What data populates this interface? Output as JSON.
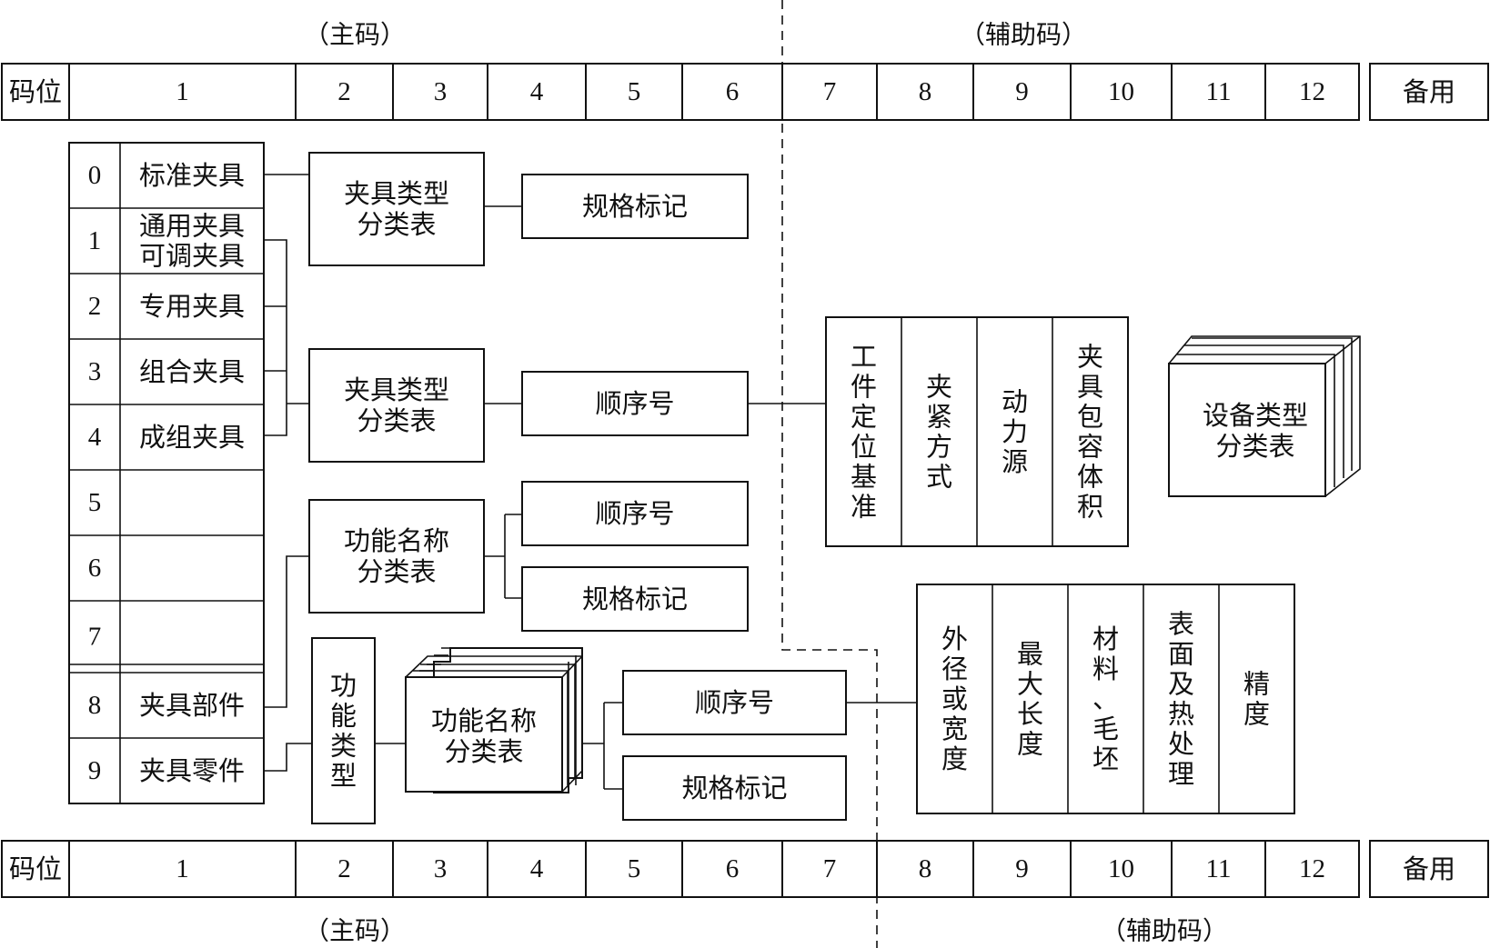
{
  "header": {
    "main_code": "（主码）",
    "aux_code": "（辅助码）"
  },
  "code_row": {
    "label": "码位",
    "positions": [
      "1",
      "2",
      "3",
      "4",
      "5",
      "6",
      "7",
      "8",
      "9",
      "10",
      "11",
      "12"
    ],
    "spare": "备用"
  },
  "class_list": [
    {
      "digit": "0",
      "name": "标准夹具"
    },
    {
      "digit": "1",
      "name": "通用夹具\n可调夹具"
    },
    {
      "digit": "2",
      "name": "专用夹具"
    },
    {
      "digit": "3",
      "name": "组合夹具"
    },
    {
      "digit": "4",
      "name": "成组夹具"
    },
    {
      "digit": "5",
      "name": ""
    },
    {
      "digit": "6",
      "name": ""
    },
    {
      "digit": "7",
      "name": ""
    },
    {
      "digit": "8",
      "name": "夹具部件"
    },
    {
      "digit": "9",
      "name": "夹具零件"
    }
  ],
  "boxes": {
    "type_table_1": "夹具类型\n分类表",
    "spec_mark_1": "规格标记",
    "type_table_2": "夹具类型\n分类表",
    "seq_no_1": "顺序号",
    "func_table_1": "功能名称\n分类表",
    "seq_no_2": "顺序号",
    "spec_mark_2": "规格标记",
    "func_type": "功能类型",
    "func_table_2": "功能名称\n分类表",
    "seq_no_3": "顺序号",
    "spec_mark_3": "规格标记",
    "equipment_table": "设备类型\n分类表"
  },
  "aux_group_1": [
    "工件定位基准",
    "夹紧方式",
    "动力源",
    "夹具包容体积"
  ],
  "aux_group_2": [
    "外径或宽度",
    "最大长度",
    "材料、毛坯",
    "表面及热处理",
    "精度"
  ]
}
